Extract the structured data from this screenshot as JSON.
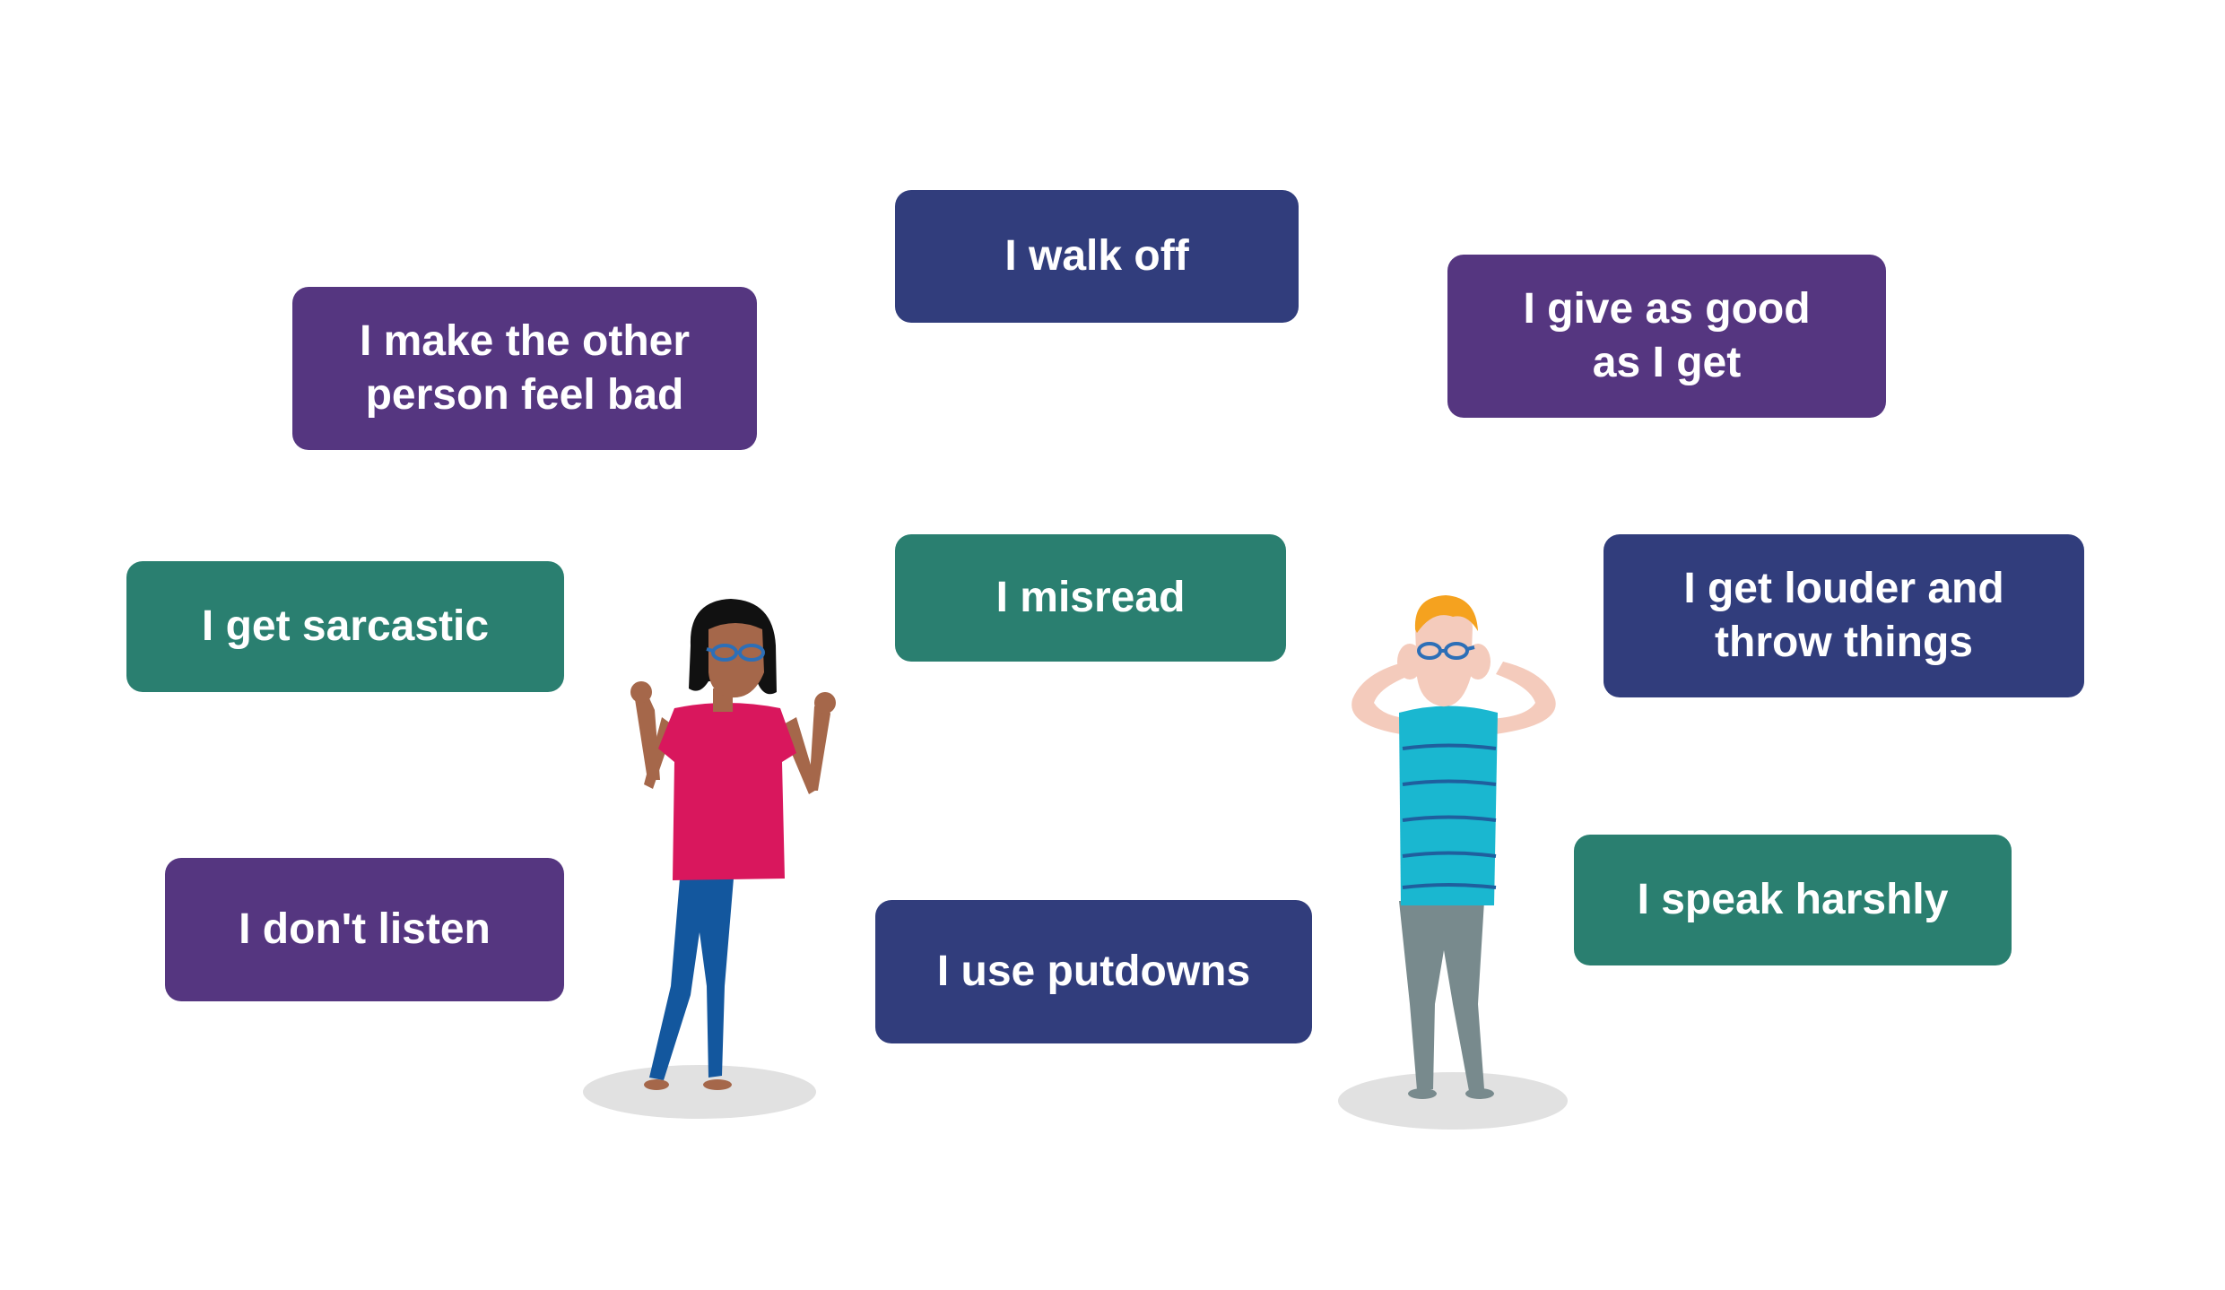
{
  "cards": {
    "walk_off": "I walk off",
    "feel_bad": "I make the other\nperson feel bad",
    "give_as_good": "I give as good\nas I get",
    "misread": "I misread",
    "sarcastic": "I get sarcastic",
    "louder": "I get louder and\nthrow things",
    "dont_listen": "I don't listen",
    "putdowns": "I use putdowns",
    "speak_harshly": "I speak harshly"
  },
  "colors": {
    "purple": "#553680",
    "navy": "#313d7c",
    "teal": "#2a7f70",
    "woman_shirt": "#d9175d",
    "woman_pants": "#13579e",
    "woman_skin": "#a5674a",
    "man_shirt": "#1ab7d0",
    "man_pants": "#788a8d",
    "man_skin": "#f4cbbc",
    "man_hair": "#f5a21f",
    "glasses": "#2d6fb7",
    "shadow": "#e1e1e1"
  }
}
